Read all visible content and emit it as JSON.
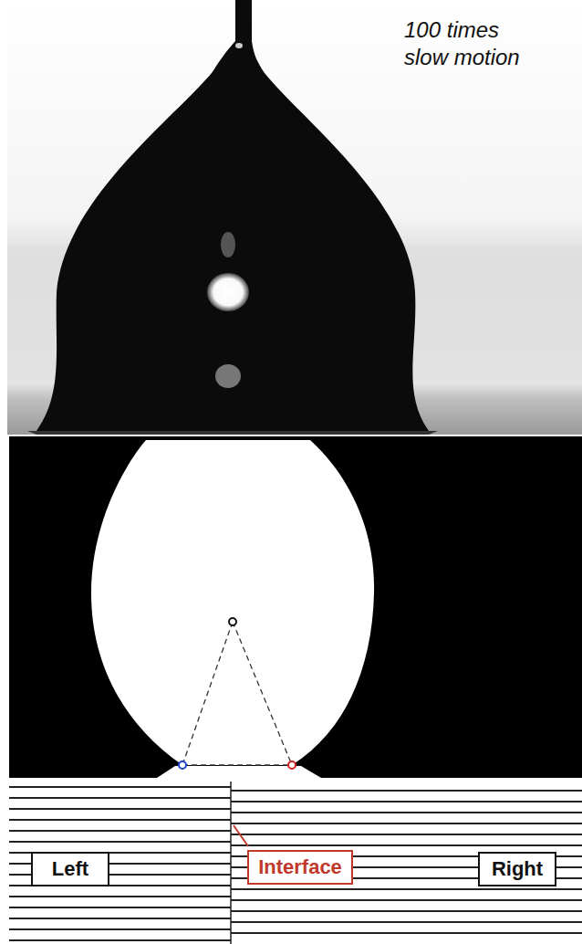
{
  "diagram": {
    "nodes": [
      {
        "text": [
          "Left"
        ]
      },
      {
        "text": [
          "Interface"
        ]
      },
      {
        "text": [
          "Right"
        ]
      }
    ],
    "labels": [
      "100 times slow motion"
    ]
  }
}
